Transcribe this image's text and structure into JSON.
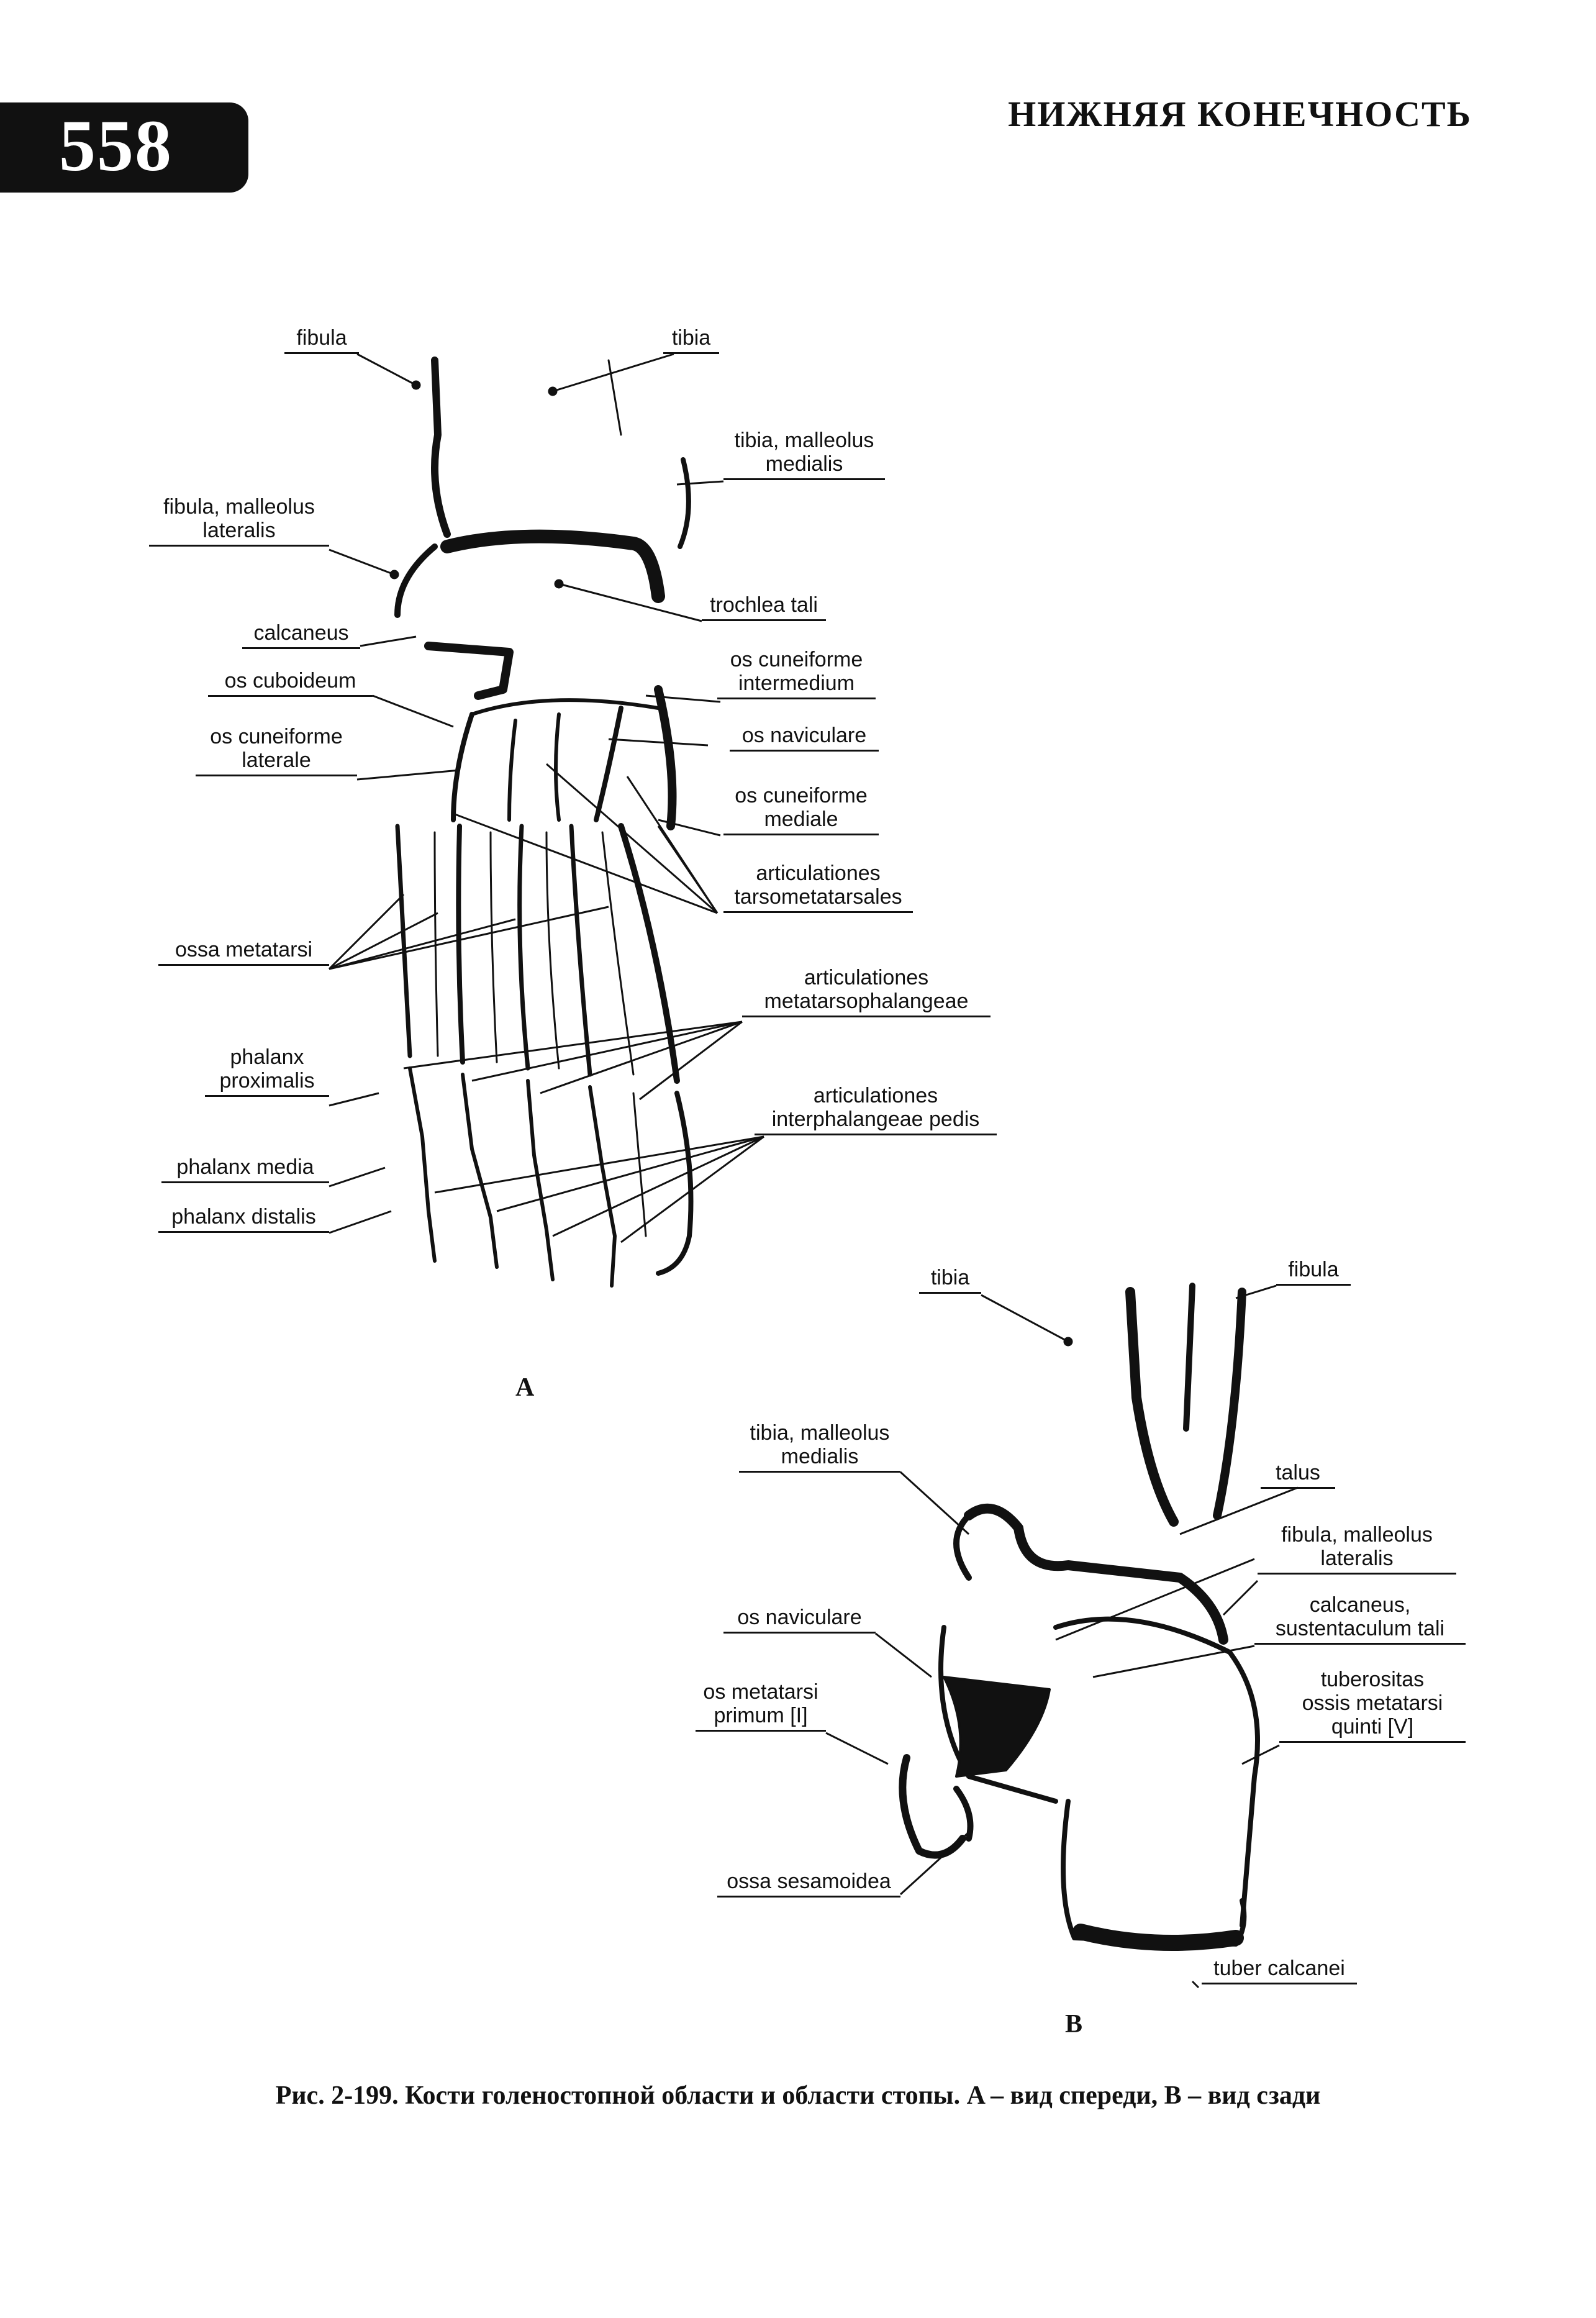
{
  "header": {
    "page_number": "558",
    "running_head": "НИЖНЯЯ КОНЕЧНОСТЬ"
  },
  "figure_a": {
    "panel_label": "A",
    "labels": {
      "fibula": "fibula",
      "tibia": "tibia",
      "tibia_malleolus_medialis": "tibia, malleolus\nmedialis",
      "fibula_malleolus_lateralis": "fibula, malleolus\nlateralis",
      "trochlea_tali": "trochlea tali",
      "calcaneus": "calcaneus",
      "os_cuneiforme_intermedium": "os cuneiforme\nintermedium",
      "os_cuboideum": "os cuboideum",
      "os_naviculare": "os naviculare",
      "os_cuneiforme_laterale": "os cuneiforme\nlaterale",
      "os_cuneiforme_mediale": "os cuneiforme\nmediale",
      "articulationes_tarsometatarsales": "articulationes\ntarsometatarsales",
      "ossa_metatarsi": "ossa metatarsi",
      "articulationes_metatarsophalangeae": "articulationes\nmetatarsophalangeae",
      "phalanx_proximalis": "phalanx\nproximalis",
      "articulationes_interphalangeae_pedis": "articulationes\ninterphalangeae pedis",
      "phalanx_media": "phalanx media",
      "phalanx_distalis": "phalanx distalis"
    }
  },
  "figure_b": {
    "panel_label": "B",
    "labels": {
      "tibia": "tibia",
      "fibula": "fibula",
      "tibia_malleolus_medialis": "tibia, malleolus\nmedialis",
      "talus": "talus",
      "fibula_malleolus_lateralis": "fibula, malleolus\nlateralis",
      "os_naviculare": "os naviculare",
      "calcaneus_sustentaculum_tali": "calcaneus,\nsustentaculum tali",
      "os_metatarsi_primum": "os metatarsi\nprimum [I]",
      "tuberositas_ossis_metatarsi_quinti": "tuberositas\nossis metatarsi\nquinti [V]",
      "ossa_sesamoidea": "ossa sesamoidea",
      "tuber_calcanei": "tuber calcanei"
    }
  },
  "caption": "Рис. 2-199. Кости голеностопной области и области стопы. A – вид спереди, B – вид сзади"
}
